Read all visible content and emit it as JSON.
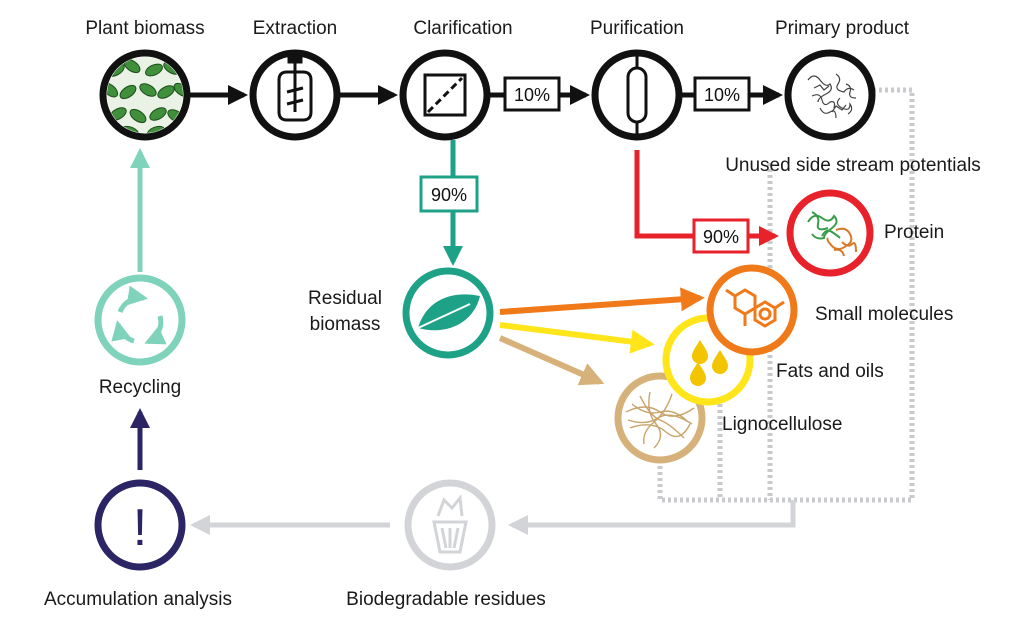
{
  "process": {
    "plant_biomass": "Plant biomass",
    "extraction": "Extraction",
    "clarification": "Clarification",
    "purification": "Purification",
    "primary_product": "Primary product"
  },
  "percentages": {
    "clarif_to_purif": "10%",
    "purif_to_primary": "10%",
    "clarif_to_residual": "90%",
    "purif_to_protein": "90%"
  },
  "side_streams": {
    "unused_label": "Unused side stream potentials",
    "residual_line1": "Residual",
    "residual_line2": "biomass",
    "protein": "Protein",
    "small_molecules": "Small molecules",
    "fats_oils": "Fats and oils",
    "lignocellulose": "Lignocellulose"
  },
  "lifecycle": {
    "recycling": "Recycling",
    "accumulation": "Accumulation analysis",
    "biodegradable": "Biodegradable residues",
    "exclamation": "!"
  },
  "colors": {
    "black": "#111111",
    "teal": "#1ea287",
    "light_teal": "#7fd3bb",
    "red": "#e8222b",
    "orange": "#f07a1a",
    "yellow": "#ffe51a",
    "tan": "#d6b27a",
    "navy": "#2b2566",
    "grey": "#d2d4d8",
    "dotted": "#c8cacd"
  }
}
